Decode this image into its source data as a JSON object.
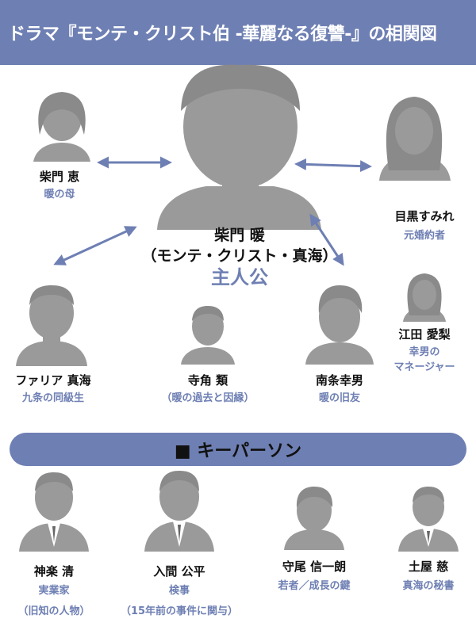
{
  "title": "ドラマ『モンテ・クリスト伯 -華麗なる復讐-』の相関図",
  "protagonist": {
    "name": "柴門 暖",
    "alias": "（モンテ・クリスト・真海）",
    "role": "主人公"
  },
  "characters": {
    "mother": {
      "name": "柴門 恵",
      "role": "暖の母"
    },
    "ex_fiancee": {
      "name": "目黒すみれ",
      "role": "元婚約者"
    },
    "manager": {
      "name": "江田 愛梨",
      "role_line1": "幸男の",
      "role_line2": "マネージャー"
    },
    "faria": {
      "name": "ファリア 真海",
      "role": "九条の同級生"
    },
    "terakado": {
      "name": "寺角 類",
      "role": "（暖の過去と因縁）"
    },
    "nanjo": {
      "name": "南条幸男",
      "role": "暖の旧友"
    }
  },
  "key_persons_label": "■ キーパーソン",
  "key_persons": {
    "kagura": {
      "name": "神楽 清",
      "role": "実業家",
      "note": "（旧知の人物）"
    },
    "iruma": {
      "name": "入間 公平",
      "role": "検事",
      "note": "（15年前の事件に関与）"
    },
    "moriō": {
      "name": "守尾 信一朗",
      "role": "若者／成長の鍵"
    },
    "tsuchiya": {
      "name": "土屋 慈",
      "role": "真海の秘書"
    }
  },
  "colors": {
    "accent": "#6e7fb3",
    "silhouette": "#9a9a9a",
    "arrow": "#6e7fb3"
  }
}
